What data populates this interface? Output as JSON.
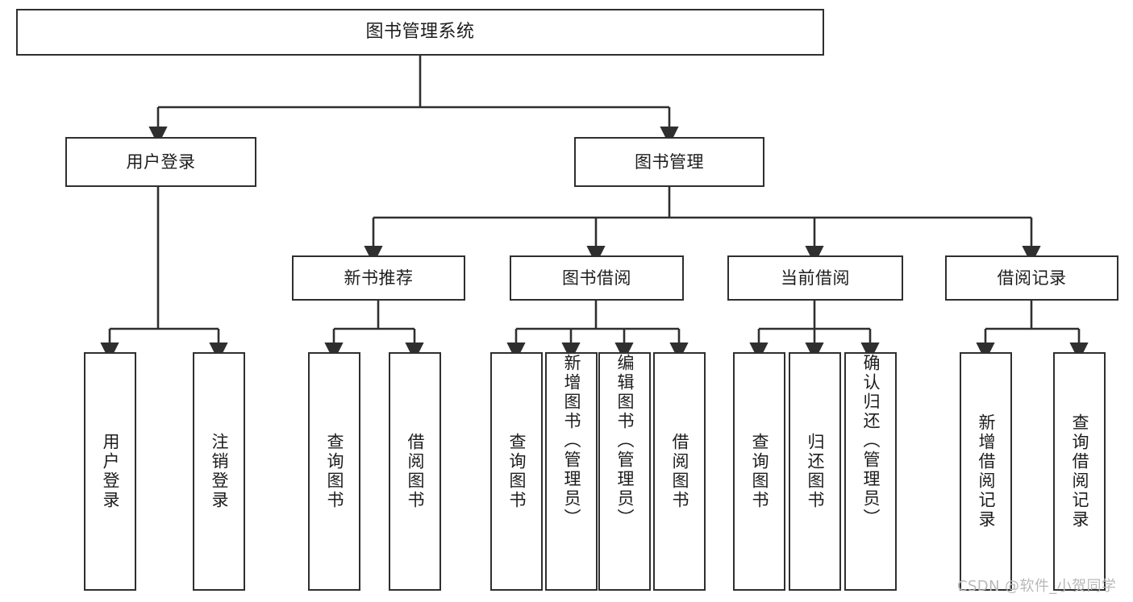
{
  "diagram": {
    "title": "图书管理系统",
    "type": "tree-hierarchy-chart",
    "watermark": "CSDN @软件_小贺同学",
    "colors": {
      "box_border": "#2f2f2f",
      "box_fill": "#ffffff",
      "text": "#1d1d1d",
      "connector": "#2f2f2f",
      "watermark": "#b9b9b9",
      "background": "#ffffff"
    }
  },
  "nodes": {
    "root": {
      "label": "图书管理系统"
    },
    "level2": [
      {
        "label": "用户登录"
      },
      {
        "label": "图书管理"
      }
    ],
    "level3": [
      {
        "label": "新书推荐"
      },
      {
        "label": "图书借阅"
      },
      {
        "label": "当前借阅"
      },
      {
        "label": "借阅记录"
      }
    ],
    "leaves": {
      "user_login": [
        {
          "label": "用户登录"
        },
        {
          "label": "注销登录"
        }
      ],
      "new_book_recommend": [
        {
          "label": "查询图书"
        },
        {
          "label": "借阅图书"
        }
      ],
      "book_borrow": [
        {
          "label": "查询图书"
        },
        {
          "label": "新增图书（管理员）"
        },
        {
          "label": "编辑图书（管理员）"
        },
        {
          "label": "借阅图书"
        }
      ],
      "current_borrow": [
        {
          "label": "查询图书"
        },
        {
          "label": "归还图书"
        },
        {
          "label": "确认归还（管理员）"
        }
      ],
      "borrow_record": [
        {
          "label": "新增借阅记录"
        },
        {
          "label": "查询借阅记录"
        }
      ]
    }
  }
}
